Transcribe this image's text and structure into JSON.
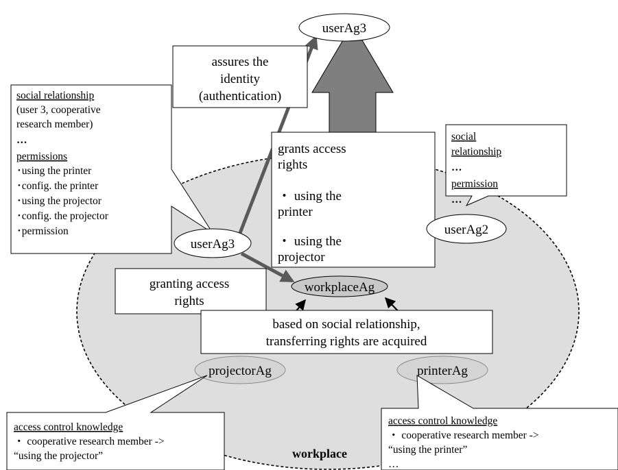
{
  "agents": {
    "userAg3_top": "userAg3",
    "userAg3": "userAg3",
    "userAg2": "userAg2",
    "workplaceAg": "workplaceAg",
    "projectorAg": "projectorAg",
    "printerAg": "printerAg"
  },
  "workplace_label": "workplace",
  "assures_box": {
    "lines": [
      "assures the",
      "identity",
      "(authentication)"
    ]
  },
  "grants_box": {
    "line1": "grants access",
    "line2": "rights",
    "item1_a": "・ using the",
    "item1_b": "printer",
    "item2_a": "・ using the",
    "item2_b": "projector"
  },
  "granting_box": {
    "lines": [
      "granting access",
      "rights"
    ]
  },
  "based_box": {
    "lines": [
      "based on social relationship,",
      "transferring rights are acquired"
    ]
  },
  "callout_user3": {
    "heading": "social relationship",
    "line1": "(user 3, cooperative",
    "line2": "research member)",
    "ellipsis": "…",
    "perm_heading": "permissions",
    "perms": [
      "･using the printer",
      "･config. the printer",
      "･using the projector",
      "･config. the projector",
      "･permission"
    ]
  },
  "callout_user2": {
    "heading_a": "social",
    "heading_b": "relationship",
    "ellipsis1": "…",
    "perm_heading": "permission",
    "ellipsis2": "…"
  },
  "callout_projector": {
    "heading": "access control knowledge",
    "line1": "・ cooperative research member ->",
    "line2": "“using the projector”",
    "ellipsis": "…"
  },
  "callout_printer": {
    "heading": "access control knowledge",
    "line1": "・ cooperative research member ->",
    "line2": "“using the printer”",
    "ellipsis": "…"
  }
}
